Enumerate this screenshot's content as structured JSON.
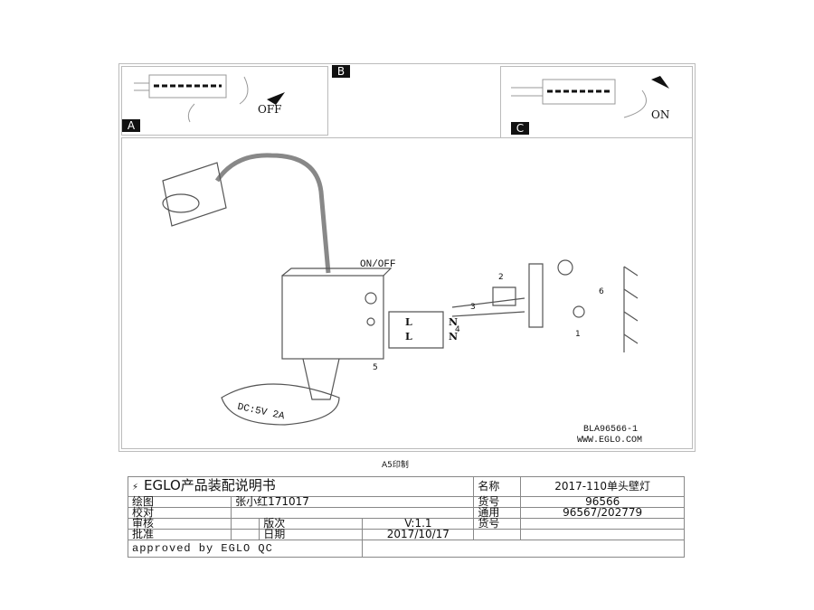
{
  "panels": {
    "a_label": "A",
    "b_label": "B",
    "c_label": "C",
    "off": "OFF",
    "on": "ON"
  },
  "main": {
    "switch_label": "ON/OFF",
    "dc_label": "DC:5V 2A",
    "terminals": [
      "L",
      "N",
      "L",
      "N"
    ],
    "callouts": [
      "1",
      "2",
      "3",
      "4",
      "5",
      "6"
    ],
    "model": "BLA96566-1",
    "website": "WWW.EGLO.COM"
  },
  "print_note": "A5印制",
  "title_block": {
    "title": "EGLO产品装配说明书",
    "drawing_label": "绘图",
    "drawing_value": "张小红171017",
    "check_label": "校对",
    "review_label": "审核",
    "approve_label": "批准",
    "version_label": "版次",
    "version_value": "V:1.1",
    "date_label": "日期",
    "date_value": "2017/10/17",
    "name_label": "名称",
    "name_value": "2017-110单头壁灯",
    "item_label": "货号",
    "item_value": "96566",
    "common_label": "通用",
    "common_label2": "货号",
    "common_value": "96567/202779",
    "approved": "approved by EGLO QC"
  }
}
